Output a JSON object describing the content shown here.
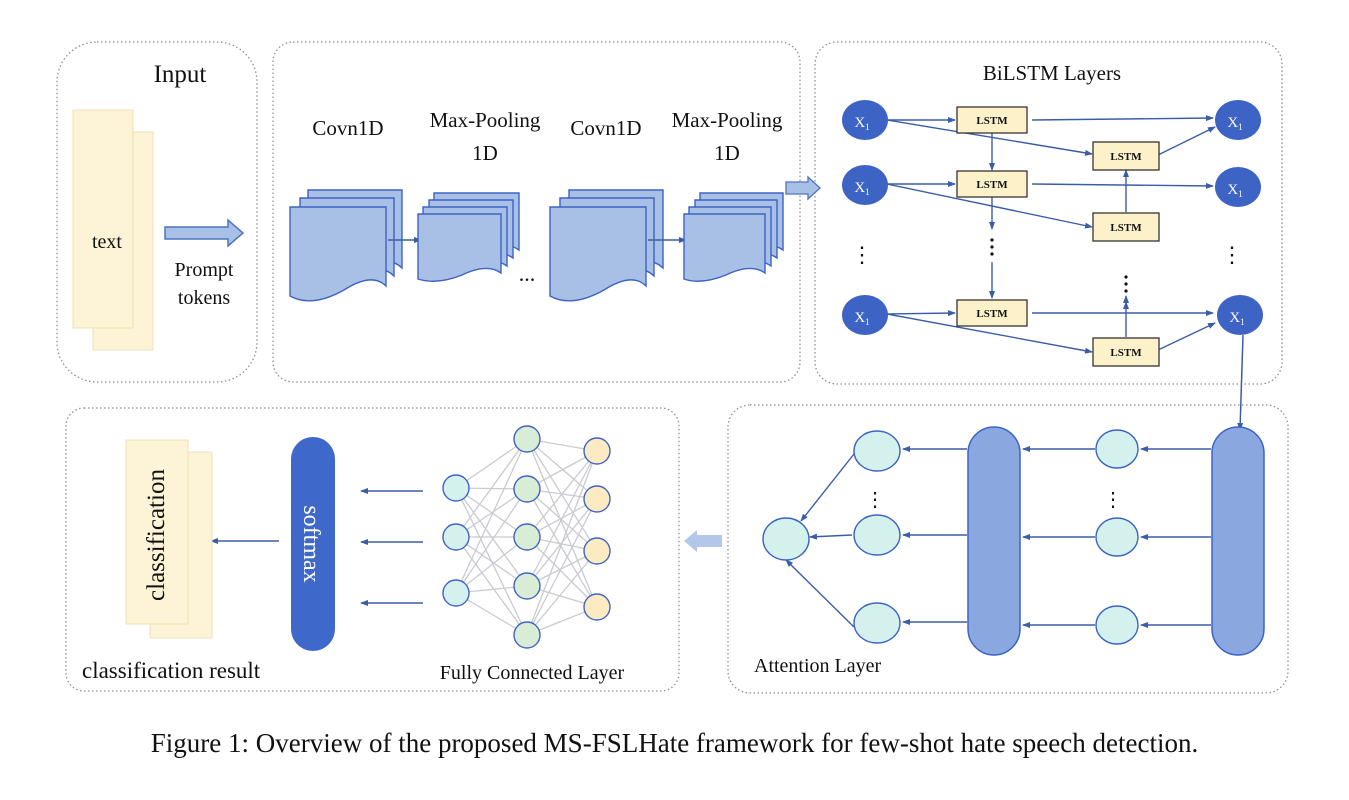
{
  "panels": {
    "input": {
      "title": "Input",
      "text_label": "text",
      "arrow_label_1": "Prompt",
      "arrow_label_2": "tokens"
    },
    "cnn": {
      "conv1_label": "Covn1D",
      "pool1_label_1": "Max-Pooling",
      "pool1_label_2": "1D",
      "conv2_label": "Covn1D",
      "pool2_label_1": "Max-Pooling",
      "pool2_label_2": "1D",
      "ellipsis": "..."
    },
    "bilstm": {
      "title": "BiLSTM Layers",
      "node_label": "X",
      "node_subscript": "1",
      "cell_label": "LSTM",
      "vdots": "⋮"
    },
    "attention": {
      "title": "Attention Layer",
      "vdots": "⋮"
    },
    "fc": {
      "title": "Fully Connected Layer",
      "softmax_label": "softmax"
    },
    "output": {
      "doc_label": "classification",
      "title": "classification result"
    }
  },
  "colors": {
    "node_dark": "#3d63c4",
    "lstm_fill": "#fdf1c9",
    "feature_map": "#a9c0e6",
    "attention_bar": "#8aa7e0",
    "softmax": "#3e68c9",
    "circle_teal": "#d5f1ee",
    "circle_yellow": "#fbeac2",
    "circle_green": "#d8ecd6",
    "doc_fill": "#fdf3d6",
    "arrow": "#3b5da8"
  },
  "caption": "Figure 1: Overview of the proposed MS-FSLHate framework for few-shot hate speech detection."
}
